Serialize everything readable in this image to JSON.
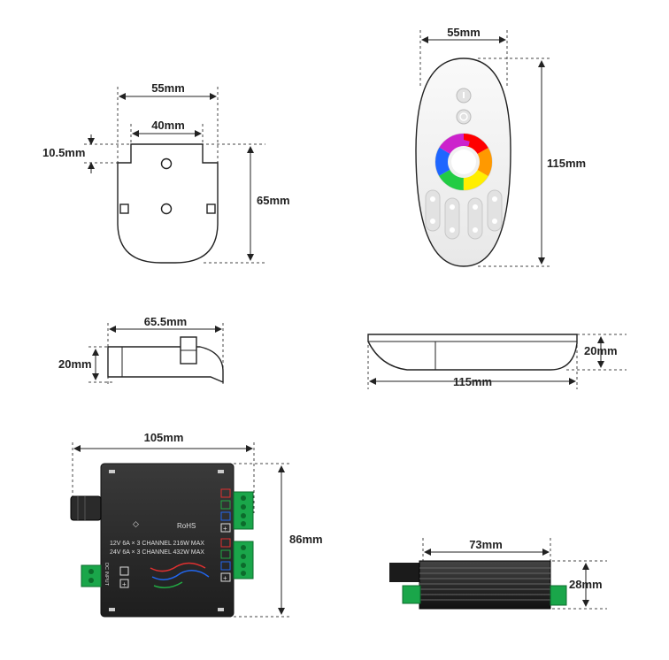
{
  "holder_front": {
    "width_outer": "55mm",
    "width_inner": "40mm",
    "notch_depth": "10.5mm",
    "height": "65mm"
  },
  "holder_side": {
    "width": "65.5mm",
    "height": "20mm"
  },
  "remote_front": {
    "width": "55mm",
    "height": "115mm"
  },
  "remote_side": {
    "width": "115mm",
    "height": "20mm"
  },
  "controller_top": {
    "width": "105mm",
    "height": "86mm",
    "rohs": "RoHS",
    "spec_line1": "12V  6A × 3 CHANNEL   216W MAX",
    "spec_line2": "24V  6A × 3 CHANNEL   432W MAX",
    "input_label": "DC INPUT",
    "terminal_labels": [
      "R",
      "G",
      "B",
      "+"
    ]
  },
  "controller_side": {
    "width": "73mm",
    "height": "28mm"
  },
  "colors": {
    "wheel": "rainbow",
    "terminal_green": "#1aa64a",
    "body_dark": "#2b2b2b"
  }
}
